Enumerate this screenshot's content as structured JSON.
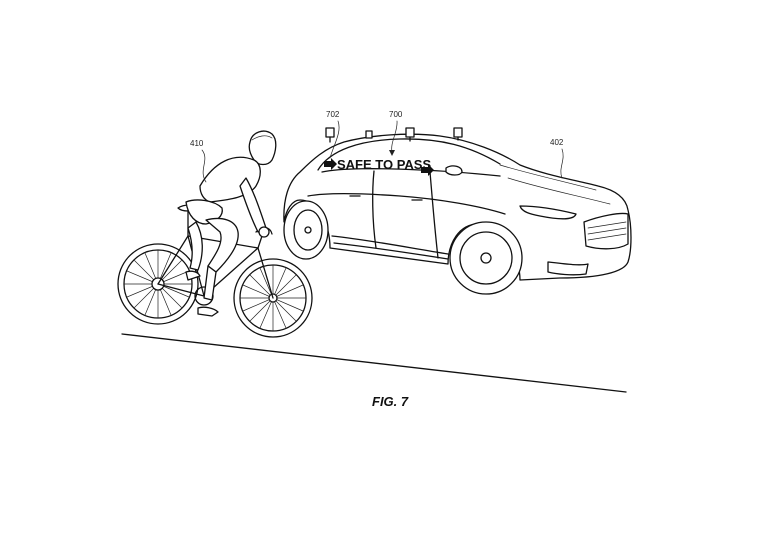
{
  "figure": {
    "caption": "FIG. 7",
    "sign_text": "SAFE TO PASS",
    "reference_numerals": {
      "cyclist": "410",
      "sign": "702",
      "message": "700",
      "vehicle": "402"
    }
  }
}
